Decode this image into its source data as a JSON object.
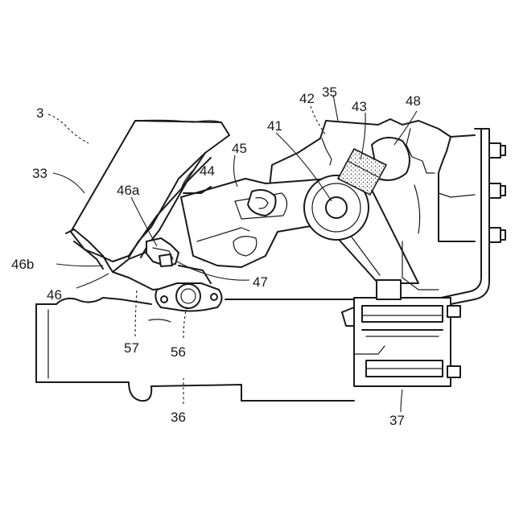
{
  "labels": {
    "ref_3": "3",
    "ref_33": "33",
    "ref_35": "35",
    "ref_36": "36",
    "ref_37": "37",
    "ref_41": "41",
    "ref_42": "42",
    "ref_43": "43",
    "ref_44": "44",
    "ref_45": "45",
    "ref_46": "46",
    "ref_46a": "46a",
    "ref_46b": "46b",
    "ref_47": "47",
    "ref_48": "48",
    "ref_56": "56",
    "ref_57": "57"
  },
  "colors": {
    "line": "#1a1a1a",
    "background": "#ffffff"
  }
}
